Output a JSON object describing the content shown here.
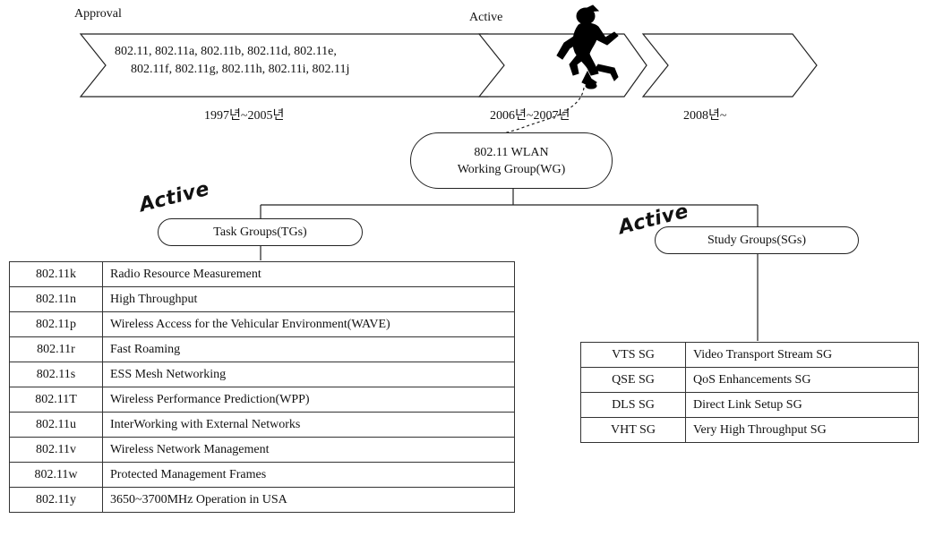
{
  "timeline": {
    "approval_label": "Approval",
    "active_label": "Active",
    "approved_line1": "802.11, 802.11a, 802.11b, 802.11d, 802.11e,",
    "approved_line2": "802.11f, 802.11g, 802.11h, 802.11i, 802.11j",
    "period1": "1997년~2005년",
    "period2": "2006년~2007년",
    "period3": "2008년~"
  },
  "wg": {
    "line1": "802.11 WLAN",
    "line2": "Working Group(WG)"
  },
  "task_groups": {
    "badge": "Active",
    "title": "Task Groups(TGs)",
    "rows": [
      {
        "code": "802.11k",
        "name": "Radio Resource Measurement"
      },
      {
        "code": "802.11n",
        "name": "High Throughput"
      },
      {
        "code": "802.11p",
        "name": "Wireless Access for the Vehicular Environment(WAVE)"
      },
      {
        "code": "802.11r",
        "name": "Fast Roaming"
      },
      {
        "code": "802.11s",
        "name": "ESS Mesh Networking"
      },
      {
        "code": "802.11T",
        "name": "Wireless Performance Prediction(WPP)"
      },
      {
        "code": "802.11u",
        "name": "InterWorking with External Networks"
      },
      {
        "code": "802.11v",
        "name": "Wireless Network Management"
      },
      {
        "code": "802.11w",
        "name": "Protected Management Frames"
      },
      {
        "code": "802.11y",
        "name": "3650~3700MHz Operation in USA"
      }
    ]
  },
  "study_groups": {
    "badge": "Active",
    "title": "Study Groups(SGs)",
    "rows": [
      {
        "code": "VTS SG",
        "name": "Video Transport Stream SG"
      },
      {
        "code": "QSE SG",
        "name": "QoS Enhancements SG"
      },
      {
        "code": "DLS SG",
        "name": "Direct Link Setup SG"
      },
      {
        "code": "VHT SG",
        "name": "Very High Throughput SG"
      }
    ]
  },
  "icons": {
    "runner": "running-man-icon"
  }
}
